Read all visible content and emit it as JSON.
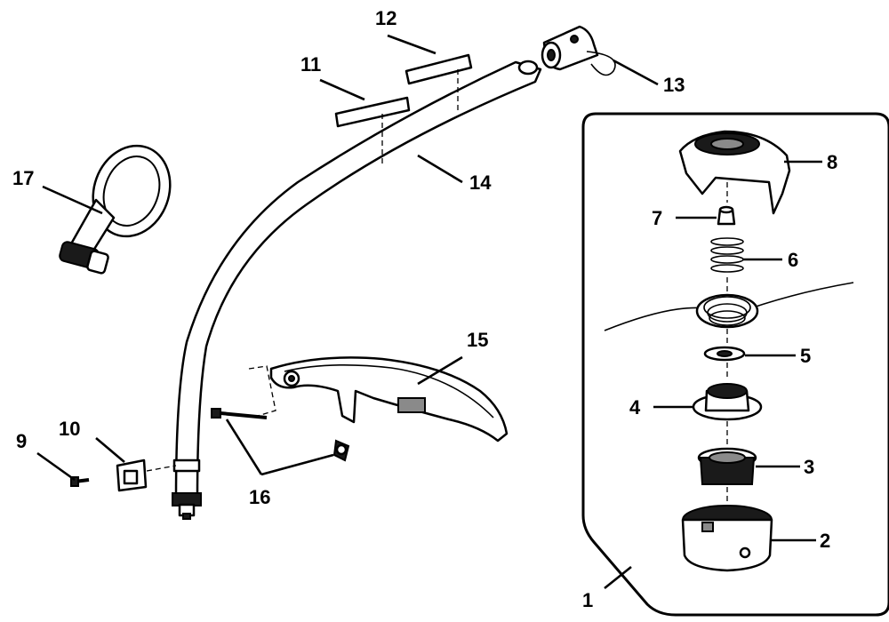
{
  "callouts": {
    "c1": "1",
    "c2": "2",
    "c3": "3",
    "c4": "4",
    "c5": "5",
    "c6": "6",
    "c7": "7",
    "c8": "8",
    "c9": "9",
    "c10": "10",
    "c11": "11",
    "c12": "12",
    "c13": "13",
    "c14": "14",
    "c15": "15",
    "c16": "16",
    "c17": "17"
  },
  "colors": {
    "ink": "#000000",
    "paper": "#ffffff",
    "shade": "#1a1a1a"
  }
}
